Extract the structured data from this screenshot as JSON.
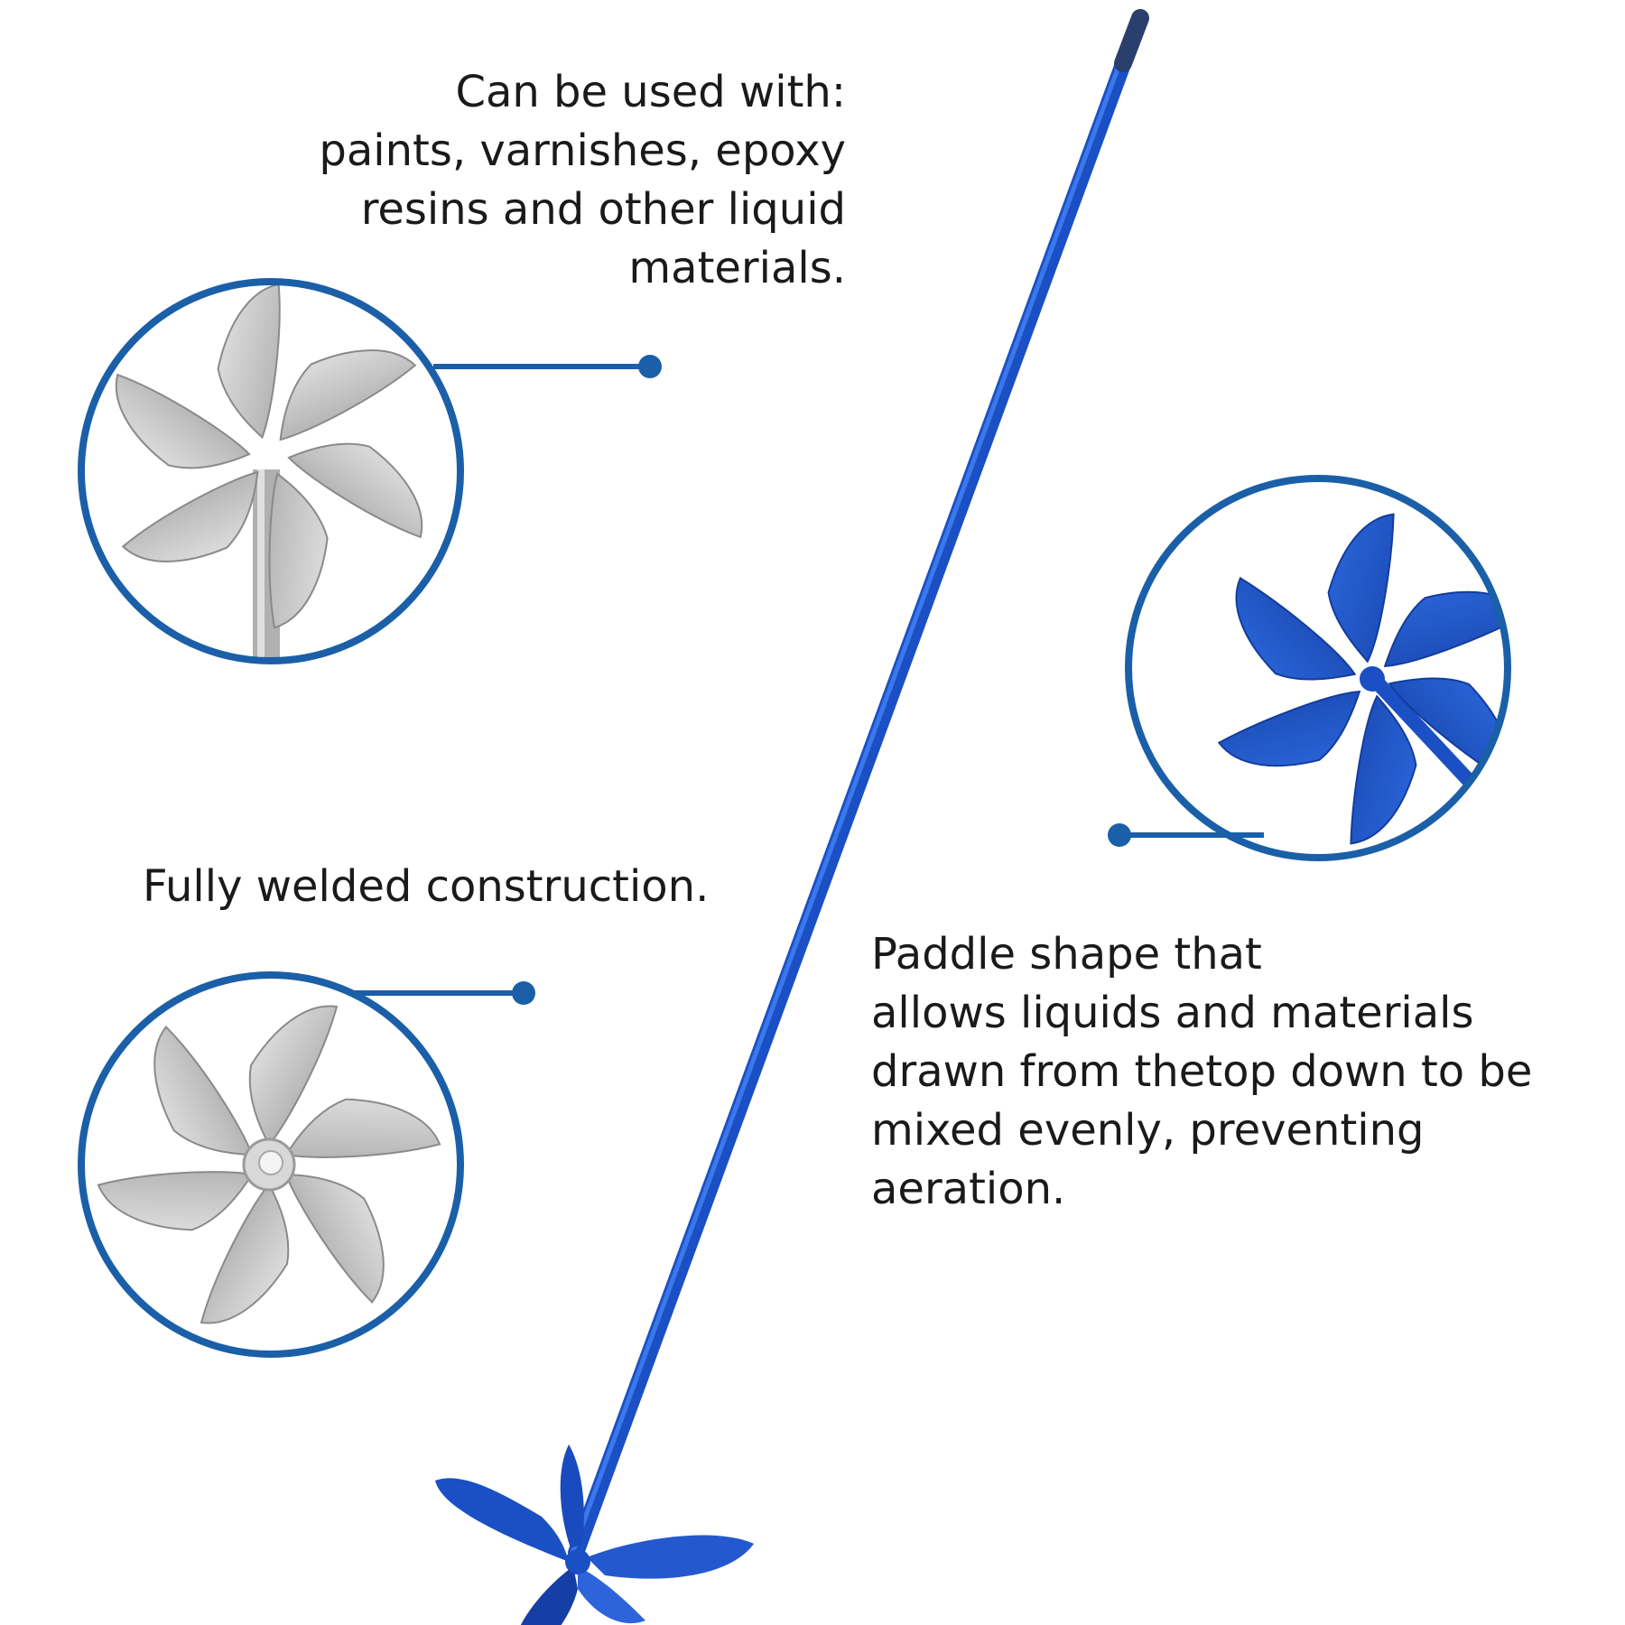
{
  "captions": {
    "top": "Can be used with:\npaints, varnishes, epoxy\nresins and other liquid\nmaterials.",
    "welded": "Fully welded construction.",
    "paddle": "Paddle shape that\nallows liquids and materials\ndrawn from thetop down to be\nmixed evenly, preventing\naeration."
  },
  "colors": {
    "accent_blue": "#1a5fa8",
    "mixer_blue": "#1b4fc4",
    "metal_silver": "#c4c4c4",
    "text": "#1a1a1a"
  }
}
